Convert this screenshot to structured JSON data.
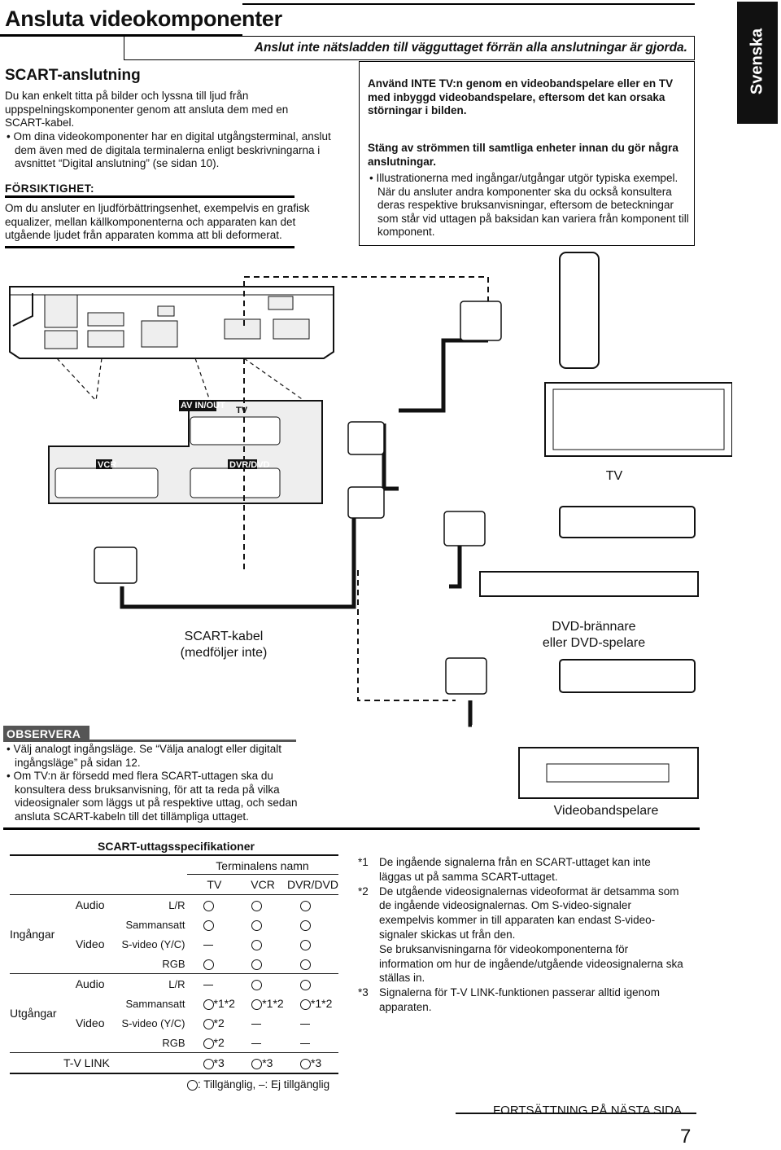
{
  "header": {
    "title": "Ansluta videokomponenter",
    "warning": "Anslut inte nätsladden till vägguttaget förrän alla anslutningar är gjorda.",
    "lang_tab": "Svenska"
  },
  "scart": {
    "heading": "SCART-anslutning",
    "intro": "Du kan enkelt titta på bilder och lyssna till ljud från uppspelningskomponenter genom att ansluta dem med en SCART-kabel.",
    "bullet": "Om dina videokomponenter har en digital utgångsterminal, anslut dem även med de digitala terminalerna enligt beskrivningarna i avsnittet “Digital anslutning” (se sidan 10).",
    "caution_title": "FÖRSIKTIGHET:",
    "caution_text": "Om du ansluter en ljudförbättringsenhet, exempelvis en grafisk equalizer, mellan källkomponenterna och apparaten kan det utgående ljudet från apparaten komma att bli deformerat."
  },
  "notice": {
    "p1": "Använd INTE TV:n genom en videobandspelare eller en TV med inbyggd videobandspelare, eftersom det kan orsaka störningar i bilden.",
    "p2": "Stäng av strömmen till samtliga enheter innan du gör några anslutningar.",
    "b1": "Illustrationerna med ingångar/utgångar utgör typiska exempel. När du ansluter andra komponenter ska du också konsultera deras respektive bruksanvisningar, eftersom de beteckningar som står vid uttagen på baksidan kan variera från komponent till komponent."
  },
  "diagram": {
    "av_label": "AV IN/OUT",
    "tv_jack": "TV",
    "vcr_jack": "VCR",
    "dvr_jack": "DVR/DVD",
    "tv_label": "TV",
    "cable_label_1": "SCART-kabel",
    "cable_label_2": "(medföljer inte)",
    "dvd_label_1": "DVD-brännare",
    "dvd_label_2": "eller DVD-spelare",
    "vcr_label": "Videobandspelare"
  },
  "observe": {
    "title": "OBSERVERA",
    "b1": "Välj analogt ingångsläge. Se “Välja analogt eller digitalt ingångsläge” på sidan 12.",
    "b2": "Om TV:n är försedd med flera SCART-uttagen ska du konsultera dess bruksanvisning, för att ta reda på vilka videosignaler som läggs ut på respektive uttag, och sedan ansluta SCART-kabeln till det tillämpliga uttaget."
  },
  "spec": {
    "title": "SCART-uttagsspecifikationer",
    "terminal_header": "Terminalens namn",
    "columns": [
      "TV",
      "VCR",
      "DVR/DVD"
    ],
    "group_in": "Ingångar",
    "group_out": "Utgångar",
    "audio": "Audio",
    "video": "Video",
    "lr": "L/R",
    "composite": "Sammansatt",
    "svideo": "S-video (Y/C)",
    "rgb": "RGB",
    "tvlink": "T-V LINK",
    "legend": ": Tillgänglig,  –: Ej tillgänglig",
    "rows": [
      [
        "o",
        "o",
        "o"
      ],
      [
        "o",
        "o",
        "o"
      ],
      [
        "-",
        "o",
        "o"
      ],
      [
        "o",
        "o",
        "o"
      ],
      [
        "-",
        "o",
        "o"
      ],
      [
        "o*1*2",
        "o*1*2",
        "o*1*2"
      ],
      [
        "o*2",
        "-",
        "-"
      ],
      [
        "o*2",
        "-",
        "-"
      ],
      [
        "o*3",
        "o*3",
        "o*3"
      ]
    ]
  },
  "footnotes": [
    {
      "mark": "*1",
      "text": "De ingående signalerna från en SCART-uttaget kan inte läggas ut på samma SCART-uttaget."
    },
    {
      "mark": "*2",
      "text": "De utgående videosignalernas videoformat är detsamma som de ingående videosignalernas. Om S-video-signaler exempelvis kommer in till apparaten kan endast S-video-signaler skickas ut från den."
    },
    {
      "mark": "",
      "text": "Se bruksanvisningarna för videokomponenterna för information om hur de ingående/utgående videosignalerna ska ställas in."
    },
    {
      "mark": "*3",
      "text": "Signalerna för T-V LINK-funktionen passerar alltid igenom apparaten."
    }
  ],
  "footer": {
    "continue": "FORTSÄTTNING PÅ NÄSTA SIDA",
    "page": "7"
  }
}
